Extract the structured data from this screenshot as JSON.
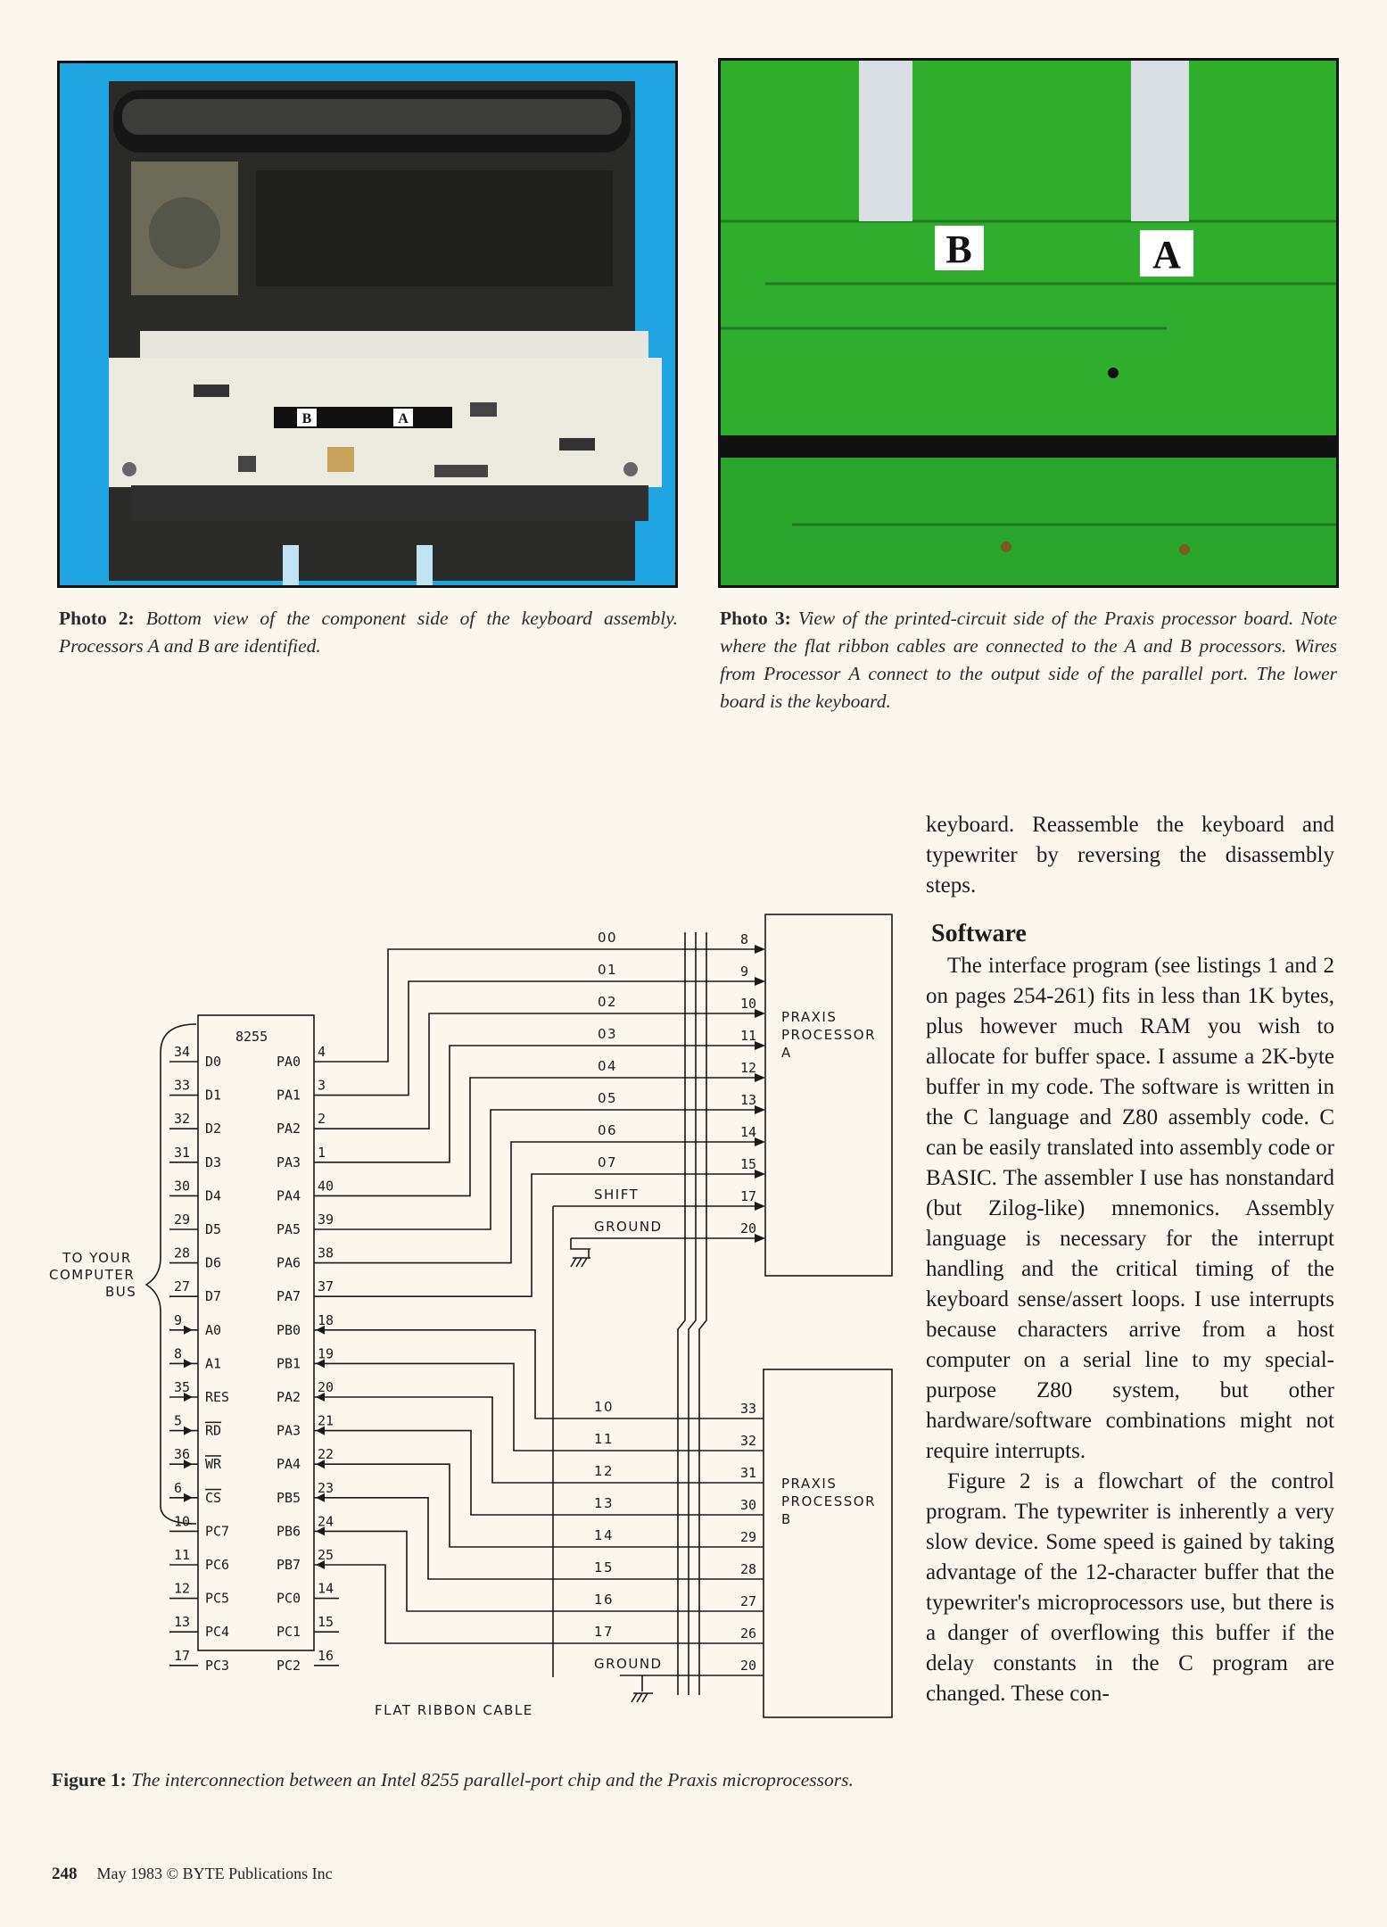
{
  "photo2": {
    "labels": [
      "B",
      "A"
    ],
    "caption_label": "Photo 2:",
    "caption_text": "Bottom view of the component side of the keyboard assembly. Processors A and B are identified."
  },
  "photo3": {
    "labels": [
      "B",
      "A"
    ],
    "caption_label": "Photo 3:",
    "caption_text": "View of the printed-circuit side of the Praxis processor board. Note where the flat ribbon cables are connected to the A and B processors. Wires from Processor A connect to the output side of the parallel port. The lower board is the keyboard."
  },
  "figure1": {
    "chip_label": "8255",
    "bus_label": [
      "TO YOUR",
      "COMPUTER",
      "BUS"
    ],
    "cable_label": "FLAT RIBBON CABLE",
    "processor_a": [
      "PRAXIS",
      "PROCESSOR",
      "A"
    ],
    "processor_b": [
      "PRAXIS",
      "PROCESSOR",
      "B"
    ],
    "left_pins": [
      {
        "num": "34",
        "name": "D0"
      },
      {
        "num": "33",
        "name": "D1"
      },
      {
        "num": "32",
        "name": "D2"
      },
      {
        "num": "31",
        "name": "D3"
      },
      {
        "num": "30",
        "name": "D4"
      },
      {
        "num": "29",
        "name": "D5"
      },
      {
        "num": "28",
        "name": "D6"
      },
      {
        "num": "27",
        "name": "D7"
      },
      {
        "num": "9",
        "name": "A0"
      },
      {
        "num": "8",
        "name": "A1"
      },
      {
        "num": "35",
        "name": "RES"
      },
      {
        "num": "5",
        "name": "RD"
      },
      {
        "num": "36",
        "name": "WR"
      },
      {
        "num": "6",
        "name": "CS"
      },
      {
        "num": "10",
        "name": "PC7"
      },
      {
        "num": "11",
        "name": "PC6"
      },
      {
        "num": "12",
        "name": "PC5"
      },
      {
        "num": "13",
        "name": "PC4"
      },
      {
        "num": "17",
        "name": "PC3"
      }
    ],
    "right_pins": [
      {
        "num": "4",
        "name": "PA0"
      },
      {
        "num": "3",
        "name": "PA1"
      },
      {
        "num": "2",
        "name": "PA2"
      },
      {
        "num": "1",
        "name": "PA3"
      },
      {
        "num": "40",
        "name": "PA4"
      },
      {
        "num": "39",
        "name": "PA5"
      },
      {
        "num": "38",
        "name": "PA6"
      },
      {
        "num": "37",
        "name": "PA7"
      },
      {
        "num": "18",
        "name": "PB0"
      },
      {
        "num": "19",
        "name": "PB1"
      },
      {
        "num": "20",
        "name": "PA2"
      },
      {
        "num": "21",
        "name": "PA3"
      },
      {
        "num": "22",
        "name": "PA4"
      },
      {
        "num": "23",
        "name": "PB5"
      },
      {
        "num": "24",
        "name": "PB6"
      },
      {
        "num": "25",
        "name": "PB7"
      },
      {
        "num": "14",
        "name": "PC0"
      },
      {
        "num": "15",
        "name": "PC1"
      },
      {
        "num": "16",
        "name": "PC2"
      }
    ],
    "a_signals": [
      {
        "label": "00",
        "pin": "8"
      },
      {
        "label": "01",
        "pin": "9"
      },
      {
        "label": "02",
        "pin": "10"
      },
      {
        "label": "03",
        "pin": "11"
      },
      {
        "label": "04",
        "pin": "12"
      },
      {
        "label": "05",
        "pin": "13"
      },
      {
        "label": "06",
        "pin": "14"
      },
      {
        "label": "07",
        "pin": "15"
      },
      {
        "label": "SHIFT",
        "pin": "17"
      },
      {
        "label": "GROUND",
        "pin": "20"
      }
    ],
    "b_signals": [
      {
        "label": "10",
        "pin": "33"
      },
      {
        "label": "11",
        "pin": "32"
      },
      {
        "label": "12",
        "pin": "31"
      },
      {
        "label": "13",
        "pin": "30"
      },
      {
        "label": "14",
        "pin": "29"
      },
      {
        "label": "15",
        "pin": "28"
      },
      {
        "label": "16",
        "pin": "27"
      },
      {
        "label": "17",
        "pin": "26"
      },
      {
        "label": "GROUND",
        "pin": "20"
      }
    ],
    "caption_label": "Figure 1:",
    "caption_text": "The interconnection between an Intel 8255 parallel-port chip and the Praxis microprocessors."
  },
  "column": {
    "para1": "keyboard. Reassemble the keyboard and typewriter by reversing the disassembly steps.",
    "heading": "Software",
    "para2": "The interface program (see listings 1 and 2 on pages 254-261) fits in less than 1K bytes, plus however much RAM you wish to allocate for buffer space. I assume a 2K-byte buffer in my code. The software is written in the C language and Z80 assembly code. C can be easily translated into assembly code or BASIC. The assembler I use has nonstandard (but Zilog-like) mnemonics. Assembly language is necessary for the interrupt handling and the critical timing of the keyboard sense/assert loops. I use interrupts because characters arrive from a host computer on a serial line to my special-purpose Z80 system, but other hardware/software combinations might not require interrupts.",
    "para3": "Figure 2 is a flowchart of the control program. The typewriter is inherently a very slow device. Some speed is gained by taking advantage of the 12-character buffer that the typewriter's microprocessors use, but there is a danger of overflowing this buffer if the delay constants in the C program are changed. These con-"
  },
  "footer": {
    "page": "248",
    "text": "May 1983 © BYTE Publications Inc"
  }
}
